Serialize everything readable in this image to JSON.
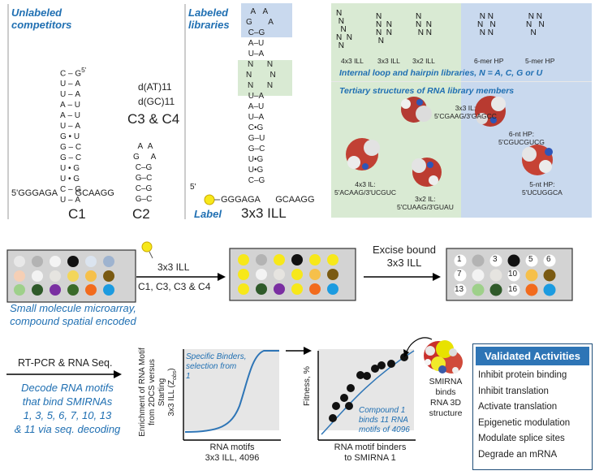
{
  "top": {
    "unlabeled_title_1": "Unlabeled",
    "unlabeled_title_2": "competitors",
    "labeled_title_1": "Labeled",
    "labeled_title_2": "libraries",
    "c1_label": "C1",
    "c2_label": "C2",
    "c3c4_label": "C3 & C4",
    "dat_label": "d(AT)11",
    "dgc_label": "d(GC)11",
    "ill_label": "3x3 ILL",
    "label_tag": "Label",
    "c1_bottom_left": "GGGAGA",
    "c1_bottom_right": "GCAAGG",
    "ill_bottom_left": "GGGAGA",
    "ill_bottom_right": "GCAAGG",
    "five_prime": "5'"
  },
  "library_panel": {
    "lib_4x3": "4x3 ILL",
    "lib_3x3": "3x3 ILL",
    "lib_3x2": "3x2 ILL",
    "lib_6mer": "6-mer HP",
    "lib_5mer": "5-mer HP",
    "note": "Internal loop and hairpin libraries, N = A, C, G or U",
    "tertiary": "Tertiary structures of RNA library members",
    "s_3x3_a": "3x3 IL:",
    "s_3x3_b": "5'CGAAG/3'GAGCC",
    "s_6nt_a": "6-nt HP:",
    "s_6nt_b": "5'CGUCGUCG",
    "s_4x3_a": "4x3 IL:",
    "s_4x3_b": "5'ACAAG/3'UCGUC",
    "s_3x2_a": "3x2 IL:",
    "s_3x2_b": "5'CUAAG/3'GUAU",
    "s_5nt_a": "5-nt HP:",
    "s_5nt_b": "5'UCUGGCA"
  },
  "middle": {
    "probe_label": "3x3 ILL",
    "arrow_below": "C1, C3, C3 & C4",
    "excise_1": "Excise bound",
    "excise_2": "3x3 ILL",
    "microarray_1": "Small molecule microarray,",
    "microarray_2": "compound spatial encoded",
    "hit_numbers": [
      "1",
      "3",
      "5",
      "6",
      "7",
      "10",
      "13",
      "16"
    ]
  },
  "bottom": {
    "rtpcr": "RT-PCR & RNA Seq.",
    "decode_1": "Decode RNA motifs",
    "decode_2": "that bind SMIRNAs",
    "decode_3": "1, 3, 5, 6, 7, 10, 13",
    "decode_4": "& 11 via seq. decoding",
    "ylabel_1": "Enrichment of RNA Motif",
    "ylabel_2": "from 2DCS versus Starting",
    "ylabel_3": "3x3 ILL (Z",
    "ylabel_sub": "obs",
    "ylabel_end": ")",
    "specific_1": "Specific Binders,",
    "specific_2": "selection from",
    "specific_3": "1",
    "xlabel1_1": "RNA motifs",
    "xlabel1_2": "3x3 ILL, 4096",
    "fitness": "Fitness, %",
    "compound_1": "Compound 1",
    "compound_2": "binds 11 RNA",
    "compound_3": "motifs of 4096",
    "xlabel2_1": "RNA motif binders",
    "xlabel2_2": "to SMIRNA 1",
    "smirna_1": "SMIRNA",
    "smirna_2": "binds",
    "smirna_3": "RNA 3D",
    "smirna_4": "structure"
  },
  "validated": {
    "title": "Validated Activities",
    "items": [
      "Inhibit protein binding",
      "Inhibit translation",
      "Activate translation",
      "Epigenetic modulation",
      "Modulate splice sites",
      "Degrade an mRNA"
    ]
  },
  "colors": {
    "blue_text": "#1f6fb2",
    "green_panel": "#d9ead3",
    "blue_panel": "#c9d9ee",
    "yellow_spot": "#f7e81a",
    "box_header": "#2e75b6"
  }
}
